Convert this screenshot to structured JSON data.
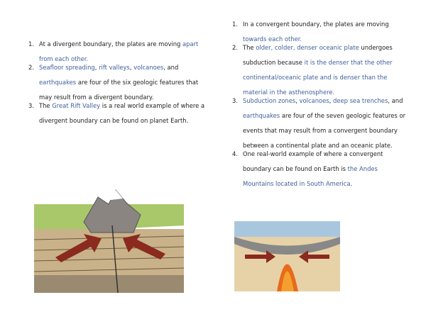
{
  "divergent": {
    "items": [
      {
        "num": "1.",
        "segments": [
          {
            "t": "At a divergent boundary, the plates are moving ",
            "hl": false
          },
          {
            "t": "apart from each other.",
            "hl": true
          }
        ]
      },
      {
        "num": "2.",
        "segments": [
          {
            "t": "Seafloor spreading",
            "hl": true
          },
          {
            "t": ", ",
            "hl": false
          },
          {
            "t": "rift valleys",
            "hl": true
          },
          {
            "t": ", ",
            "hl": false
          },
          {
            "t": "volcanoes",
            "hl": true
          },
          {
            "t": ", and ",
            "hl": false
          },
          {
            "t": "earthquakes",
            "hl": true
          },
          {
            "t": " are four of the six geologic features that may result from a divergent boundary.",
            "hl": false
          }
        ]
      },
      {
        "num": "3.",
        "segments": [
          {
            "t": " The ",
            "hl": false
          },
          {
            "t": "Great Rift Valley",
            "hl": true
          },
          {
            "t": " is a real world example of where a divergent boundary can be found on planet Earth.",
            "hl": false
          }
        ]
      }
    ]
  },
  "convergent": {
    "items": [
      {
        "num": "1.",
        "segments": [
          {
            "t": "In a convergent boundary, the plates are moving ",
            "hl": false
          },
          {
            "t": "towards each other.",
            "hl": true
          }
        ]
      },
      {
        "num": "2.",
        "segments": [
          {
            "t": "The ",
            "hl": false
          },
          {
            "t": "older, colder, denser oceanic plate",
            "hl": true
          },
          {
            "t": " undergoes subduction because ",
            "hl": false
          },
          {
            "t": "it is the denser that the other continental/oceanic plate and is denser than the material in the asthenosphere.",
            "hl": true
          }
        ]
      },
      {
        "num": "3.",
        "segments": [
          {
            "t": "Subduction zones",
            "hl": true
          },
          {
            "t": ", ",
            "hl": false
          },
          {
            "t": "volcanoes",
            "hl": true
          },
          {
            "t": ", ",
            "hl": false
          },
          {
            "t": "deep sea trenches",
            "hl": true
          },
          {
            "t": ", and ",
            "hl": false
          },
          {
            "t": "earthquakes",
            "hl": true
          },
          {
            "t": " are four of the seven geologic features or events that may result from a convergent boundary between a continental plate and an oceanic plate.",
            "hl": false
          }
        ]
      },
      {
        "num": "4.",
        "segments": [
          {
            "t": "One real-world example of where a convergent boundary can be found on Earth is ",
            "hl": false
          },
          {
            "t": "the Andes Mountains located in South America",
            "hl": true
          },
          {
            "t": ".",
            "hl": false
          }
        ]
      }
    ]
  },
  "colors": {
    "highlight": "#3f5f9a",
    "text": "#222222"
  }
}
